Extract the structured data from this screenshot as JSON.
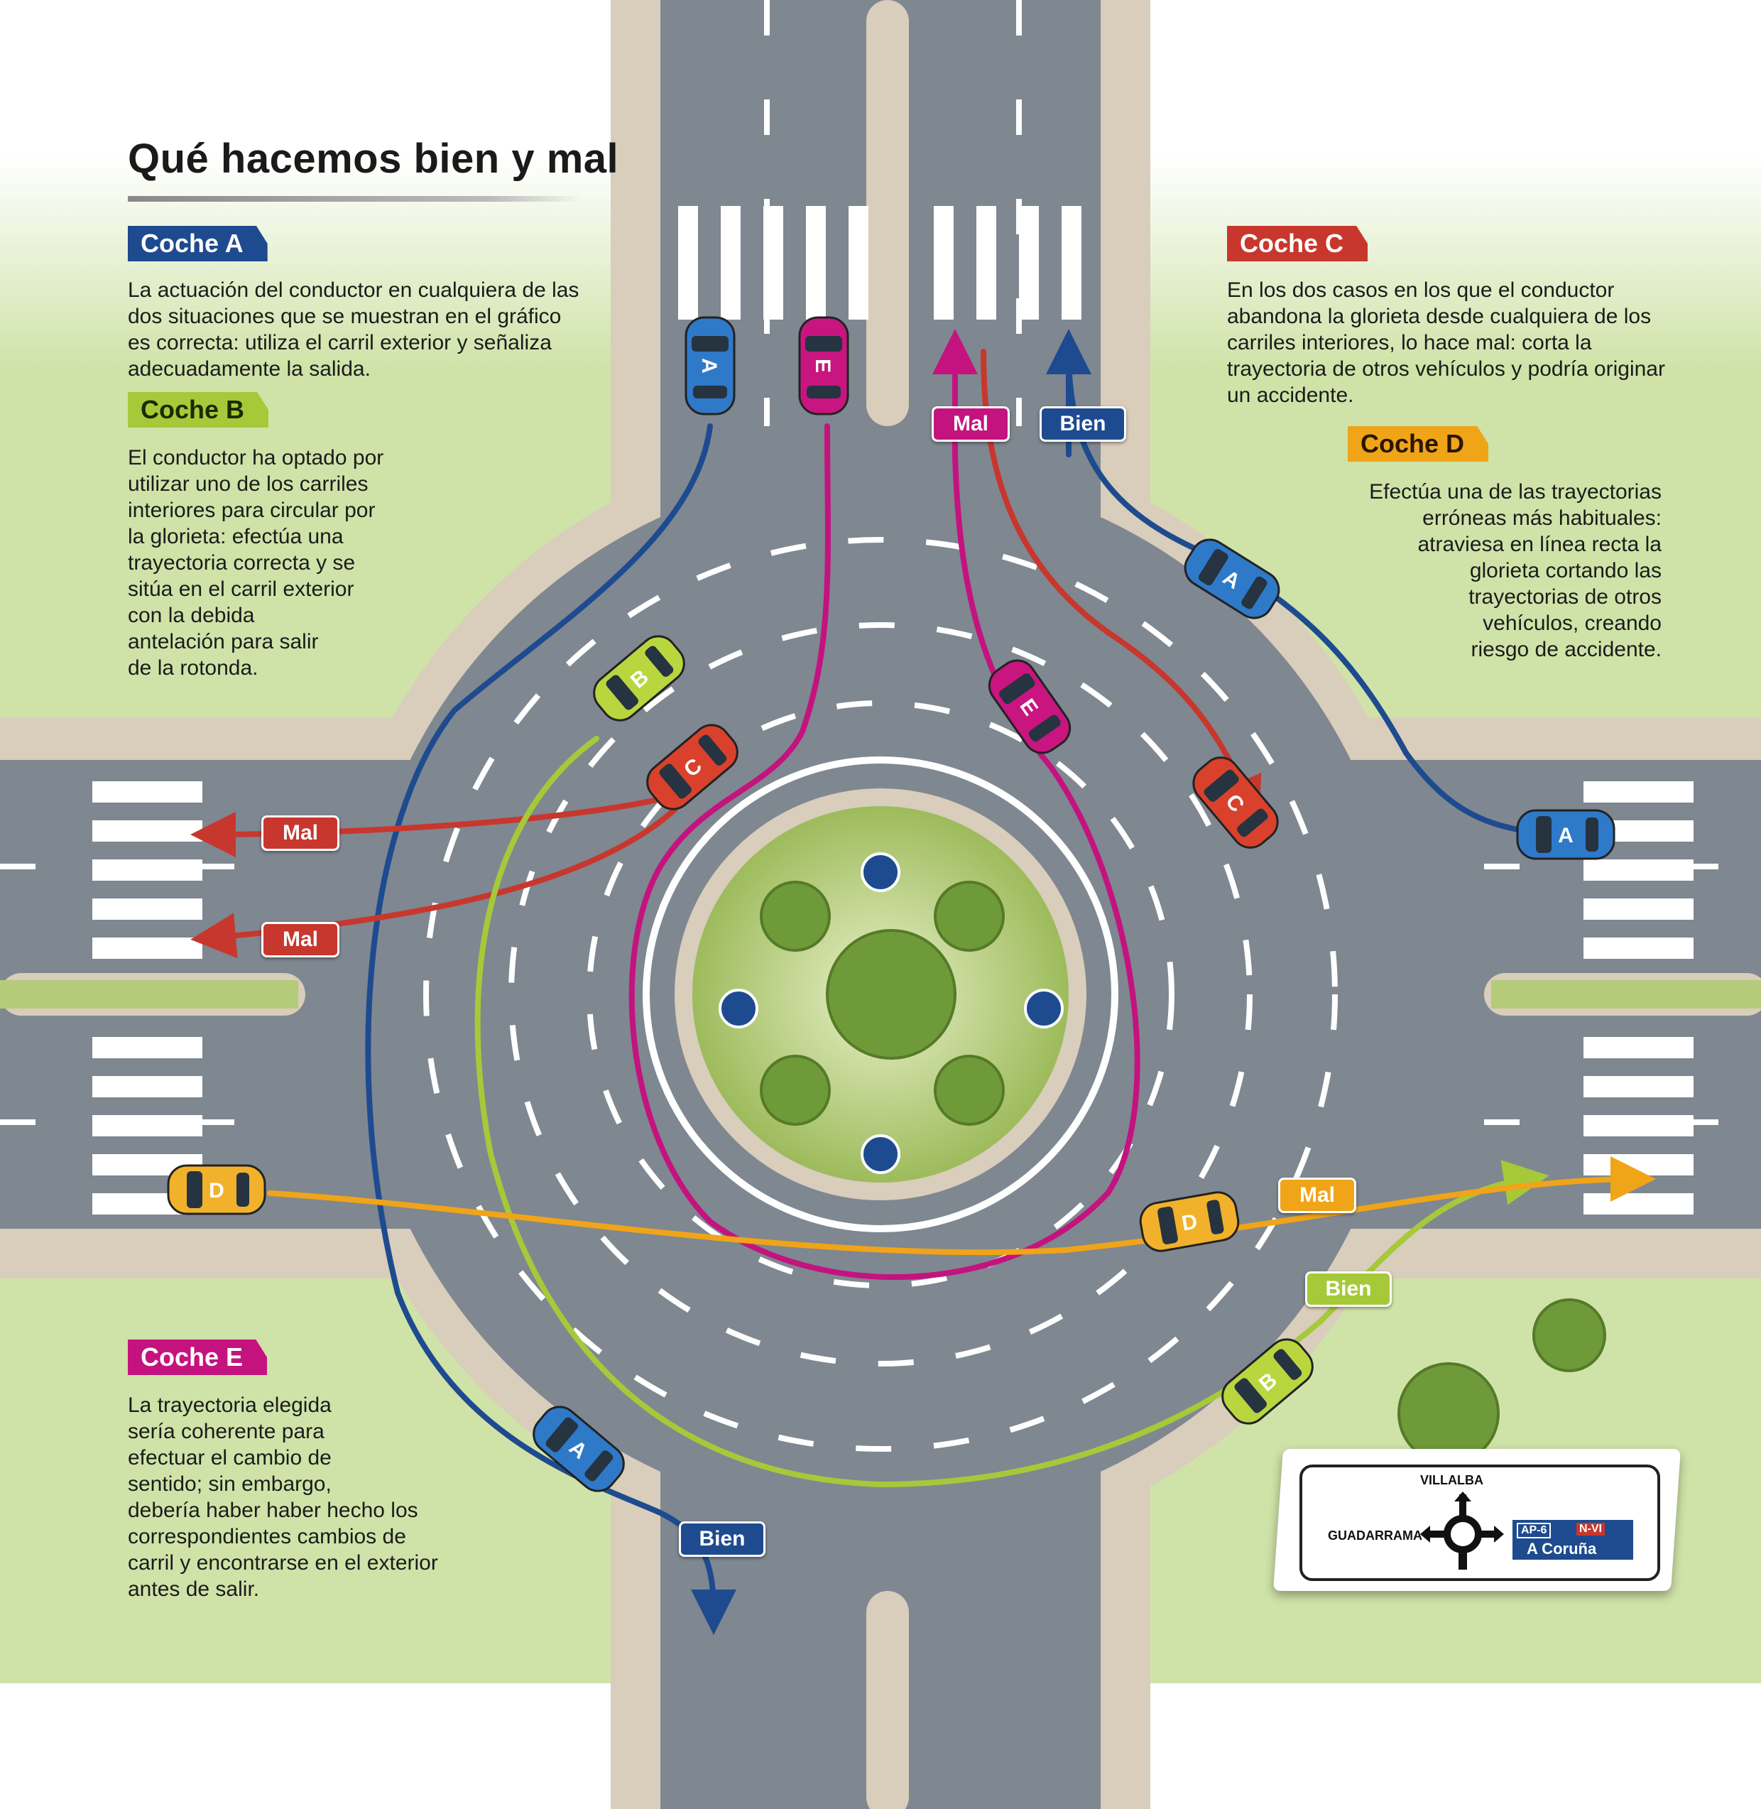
{
  "title": "Qué hacemos bien y mal",
  "coches": {
    "a": {
      "tag": "Coche A",
      "text": "La actuación del conductor en cualquiera de las\ndos situaciones que se muestran en el gráfico\nes correcta:  utiliza el carril exterior y señaliza\nadecuadamente la salida."
    },
    "b": {
      "tag": "Coche B",
      "text": "El conductor ha optado por\nutilizar uno de los carriles\ninteriores para circular por\nla glorieta: efectúa una\ntrayectoria correcta y se\nsitúa en el carril exterior\ncon la debida\nantelación para salir\nde la rotonda."
    },
    "c": {
      "tag": "Coche C",
      "text": "En los dos casos en los que el conductor\nabandona la glorieta desde cualquiera de los\ncarriles interiores, lo hace mal: corta la\ntrayectoria de otros vehículos y podría originar\nun accidente."
    },
    "d": {
      "tag": "Coche D",
      "text": "Efectúa una de las trayectorias\nerróneas más habituales:\natraviesa en línea recta la\nglorieta cortando las\ntrayectorias de otros\nvehículos, creando\nriesgo de accidente."
    },
    "e": {
      "tag": "Coche E",
      "text": "La trayectoria elegida\nsería coherente para\nefectuar el cambio de\nsentido; sin embargo,\ndebería haber haber hecho los\ncorrespondientes cambios de\ncarril y encontrarse en el exterior\nantes de salir."
    }
  },
  "labels": {
    "mal": "Mal",
    "bien": "Bien"
  },
  "cars": {
    "a": "A",
    "b": "B",
    "c": "C",
    "d": "D",
    "e": "E"
  },
  "sign": {
    "north": "VILLALBA",
    "west": "GUADARRAMA",
    "road1": "AP-6",
    "road2": "N-VI",
    "destination": "A Coruña"
  },
  "colors": {
    "coche_a": "#1e4b8f",
    "coche_b": "#a6c93a",
    "coche_c": "#c8372d",
    "coche_d": "#f0a418",
    "coche_e": "#c4137f",
    "road": "#7f8791",
    "grass": "#cfe3a8",
    "sidewalk": "#d9cdbb"
  }
}
